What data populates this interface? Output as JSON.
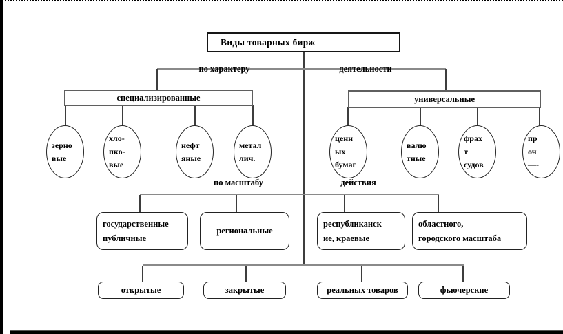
{
  "title": "Виды товарных бирж",
  "branch1": {
    "left_label": "по характеру",
    "right_label": "деятельности",
    "left_category": "специализированные",
    "right_category": "универсальные",
    "left_items": [
      {
        "label": "зерно\nвые"
      },
      {
        "label": "хло-\nпко-\nвые"
      },
      {
        "label": "нефт\nяные"
      },
      {
        "label": "метал\nлич."
      }
    ],
    "right_items": [
      {
        "label": "ценн\nых\nбумаг"
      },
      {
        "label": "валю\nтные"
      },
      {
        "label": "фрах\nт\nсудов"
      },
      {
        "label": "пр\nоч\n—-"
      }
    ]
  },
  "branch2": {
    "left_label": "по масштабу",
    "right_label": "действия",
    "items": [
      {
        "label": "государственные\nпубличные"
      },
      {
        "label": "региональные"
      },
      {
        "label": "республиканск\nие, краевые"
      },
      {
        "label": "областного,\nгородского масштаба"
      }
    ]
  },
  "branch3": {
    "items": [
      {
        "label": "открытые"
      },
      {
        "label": "закрытые"
      },
      {
        "label": "реальных товаров"
      },
      {
        "label": "фьючерские"
      }
    ]
  }
}
